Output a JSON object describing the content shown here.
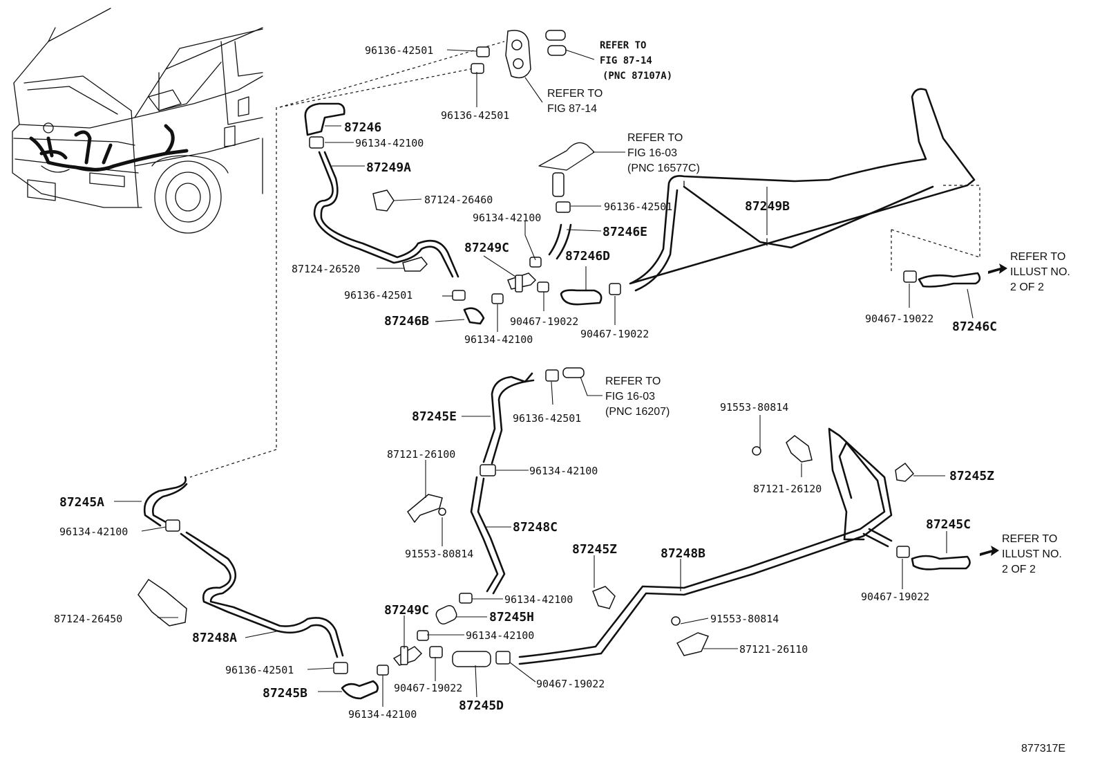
{
  "labels": {
    "p96136_42501_a": "96136-42501",
    "p96136_42501_b": "96136-42501",
    "refer_87_14_bold_1": "REFER TO",
    "refer_87_14_bold_2": "FIG 87-14",
    "refer_87_14_bold_3": "(PNC 87107A)",
    "refer_87_14_1": "REFER TO",
    "refer_87_14_2": "FIG 87-14",
    "p87246": "87246",
    "p96134_42100_a": "96134-42100",
    "p87249A": "87249A",
    "refer_16577_1": "REFER TO",
    "refer_16577_2": "FIG 16-03",
    "refer_16577_3": "(PNC 16577C)",
    "p87124_26460": "87124-26460",
    "p96136_42501_c": "96136-42501",
    "p87249B": "87249B",
    "p96134_42100_b": "96134-42100",
    "p87246E": "87246E",
    "p87249C_a": "87249C",
    "p87246D": "87246D",
    "p87124_26520": "87124-26520",
    "p96136_42501_d": "96136-42501",
    "refer_illust_a_1": "REFER TO",
    "refer_illust_a_2": "ILLUST NO.",
    "refer_illust_a_3": "2 OF 2",
    "p87246B": "87246B",
    "p90467_19022_a": "90467-19022",
    "p96134_42100_c": "96134-42100",
    "p90467_19022_b": "90467-19022",
    "p90467_19022_c": "90467-19022",
    "p87246C": "87246C",
    "refer_16207_1": "REFER TO",
    "refer_16207_2": "FIG 16-03",
    "refer_16207_3": "(PNC 16207)",
    "p87245E": "87245E",
    "p96136_42501_e": "96136-42501",
    "p91553_80814_a": "91553-80814",
    "p87121_26100": "87121-26100",
    "p96134_42100_d": "96134-42100",
    "p87245A": "87245A",
    "p87121_26120": "87121-26120",
    "p87245Z_a": "87245Z",
    "p96134_42100_e": "96134-42100",
    "p87248C": "87248C",
    "p87245C": "87245C",
    "refer_illust_b_1": "REFER TO",
    "refer_illust_b_2": "ILLUST NO.",
    "refer_illust_b_3": "2 OF 2",
    "p91553_80814_b": "91553-80814",
    "p87245Z_b": "87245Z",
    "p87248B": "87248B",
    "p96134_42100_f": "96134-42100",
    "p87249C_b": "87249C",
    "p87245H": "87245H",
    "p90467_19022_d": "90467-19022",
    "p87124_26450": "87124-26450",
    "p87248A": "87248A",
    "p96134_42100_g": "96134-42100",
    "p91553_80814_c": "91553-80814",
    "p87121_26110": "87121-26110",
    "p96136_42501_f": "96136-42501",
    "p90467_19022_e": "90467-19022",
    "p90467_19022_f": "90467-19022",
    "p87245B": "87245B",
    "p87245D": "87245D",
    "p96134_42100_h": "96134-42100",
    "illustration_code": "877317E"
  }
}
